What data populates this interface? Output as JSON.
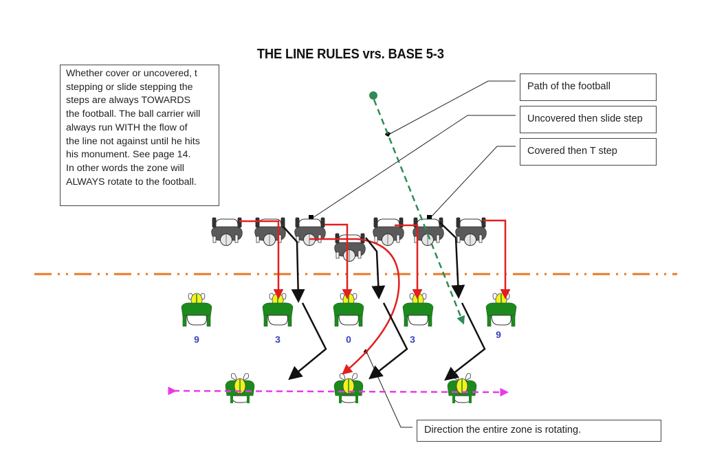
{
  "title": "THE LINE RULES vrs. BASE 5-3",
  "main_note": "Whether cover or uncovered, t stepping or slide stepping the steps are always TOWARDS the football. The ball carrier will always run WITH the flow of the line not against until he hits his monument. See page 14. In other words the zone will ALWAYS rotate to the football.",
  "main_note_lines": [
    "Whether cover or uncovered, t",
    "stepping or slide stepping the",
    "steps are always TOWARDS",
    "the football. The ball carrier will",
    "always run WITH the flow of",
    "the line not against until he hits",
    "his monument. See page 14.",
    "In other words the zone will",
    "ALWAYS rotate to the football."
  ],
  "callouts": {
    "path_of_football": "Path of the football",
    "uncovered": "Uncovered then slide step",
    "covered": "Covered then T step",
    "zone_direction": "Direction the entire zone is rotating."
  },
  "defensive_line_techniques": [
    {
      "technique": "9"
    },
    {
      "technique": "3"
    },
    {
      "technique": "0"
    },
    {
      "technique": "3"
    },
    {
      "technique": "9"
    }
  ],
  "colors": {
    "ball_path": "#2e8b57",
    "block_route": "#e21f1f",
    "step_route": "#111111",
    "line_of_scrimmage": "#e87722",
    "zone_rotation": "#e83ae8",
    "defender_jersey": "#1d8a1d",
    "defender_helmet": "#f2f21e",
    "offense_body": "#555555",
    "technique_number": "#3b3fc0"
  },
  "counts": {
    "offensive_linemen": 7,
    "defensive_linemen": 5,
    "linebackers": 3
  }
}
